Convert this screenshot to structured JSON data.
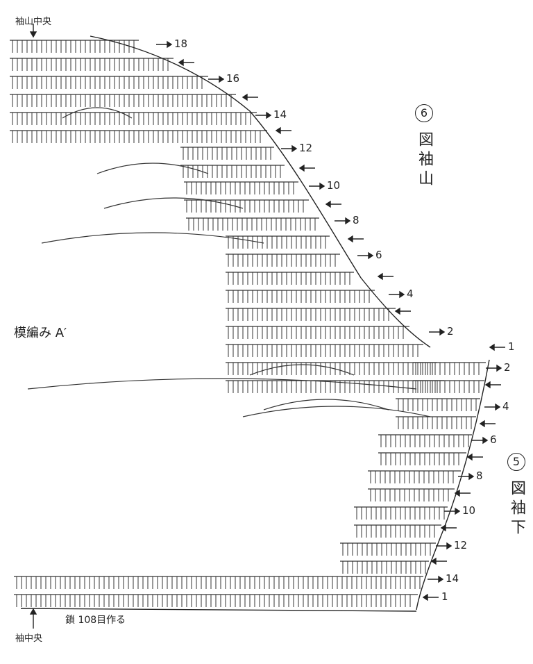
{
  "labels": {
    "sleeve_cap_center": "袖山中央",
    "sleeve_center": "袖中央",
    "pattern": "模編み A′",
    "chain_instruction": "鎖 108目作る"
  },
  "sections": {
    "cap": {
      "number": "6",
      "title": "図袖山"
    },
    "lower": {
      "number": "5",
      "title": "図袖下"
    }
  },
  "row_markers": {
    "cap": [
      {
        "row": "2",
        "dir": "→"
      },
      {
        "row": "",
        "dir": "←"
      },
      {
        "row": "4",
        "dir": "→"
      },
      {
        "row": "",
        "dir": "←"
      },
      {
        "row": "6",
        "dir": "→"
      },
      {
        "row": "",
        "dir": "←"
      },
      {
        "row": "8",
        "dir": "→"
      },
      {
        "row": "",
        "dir": "←"
      },
      {
        "row": "10",
        "dir": "→"
      },
      {
        "row": "",
        "dir": "←"
      },
      {
        "row": "12",
        "dir": "→"
      },
      {
        "row": "",
        "dir": "←"
      },
      {
        "row": "14",
        "dir": "→"
      },
      {
        "row": "",
        "dir": "←"
      },
      {
        "row": "16",
        "dir": "→"
      },
      {
        "row": "",
        "dir": "←"
      },
      {
        "row": "18",
        "dir": "→"
      }
    ],
    "lower": [
      {
        "row": "1",
        "dir": "←"
      },
      {
        "row": "2",
        "dir": "→"
      },
      {
        "row": "",
        "dir": "←"
      },
      {
        "row": "4",
        "dir": "→"
      },
      {
        "row": "",
        "dir": "←"
      },
      {
        "row": "6",
        "dir": "→"
      },
      {
        "row": "",
        "dir": "←"
      },
      {
        "row": "8",
        "dir": "→"
      },
      {
        "row": "",
        "dir": "←"
      },
      {
        "row": "10",
        "dir": "→"
      },
      {
        "row": "",
        "dir": "←"
      },
      {
        "row": "12",
        "dir": "→"
      },
      {
        "row": "",
        "dir": "←"
      },
      {
        "row": "14",
        "dir": "→"
      },
      {
        "row": "1",
        "dir": "←"
      }
    ]
  }
}
